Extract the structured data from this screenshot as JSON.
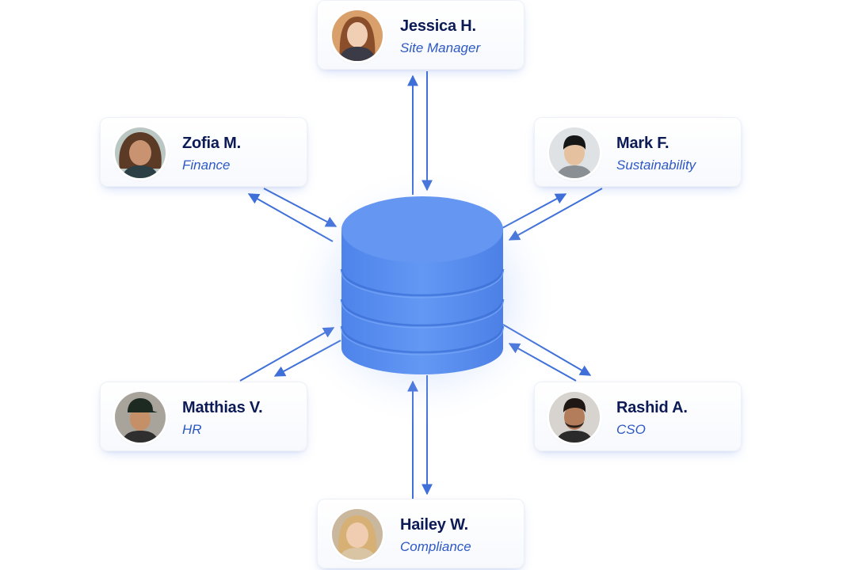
{
  "colors": {
    "arrow": "#3f6fd8",
    "database": "#5a8ff0",
    "name_text": "#0c1a55",
    "role_text": "#2d58c4"
  },
  "hub": {
    "icon": "database-icon"
  },
  "people": [
    {
      "id": "jessica",
      "name": "Jessica H.",
      "role": "Site Manager"
    },
    {
      "id": "zofia",
      "name": "Zofia M.",
      "role": "Finance"
    },
    {
      "id": "mark",
      "name": "Mark F.",
      "role": "Sustainability"
    },
    {
      "id": "matthias",
      "name": "Matthias V.",
      "role": "HR"
    },
    {
      "id": "rashid",
      "name": "Rashid A.",
      "role": "CSO"
    },
    {
      "id": "hailey",
      "name": "Hailey W.",
      "role": "Compliance"
    }
  ]
}
